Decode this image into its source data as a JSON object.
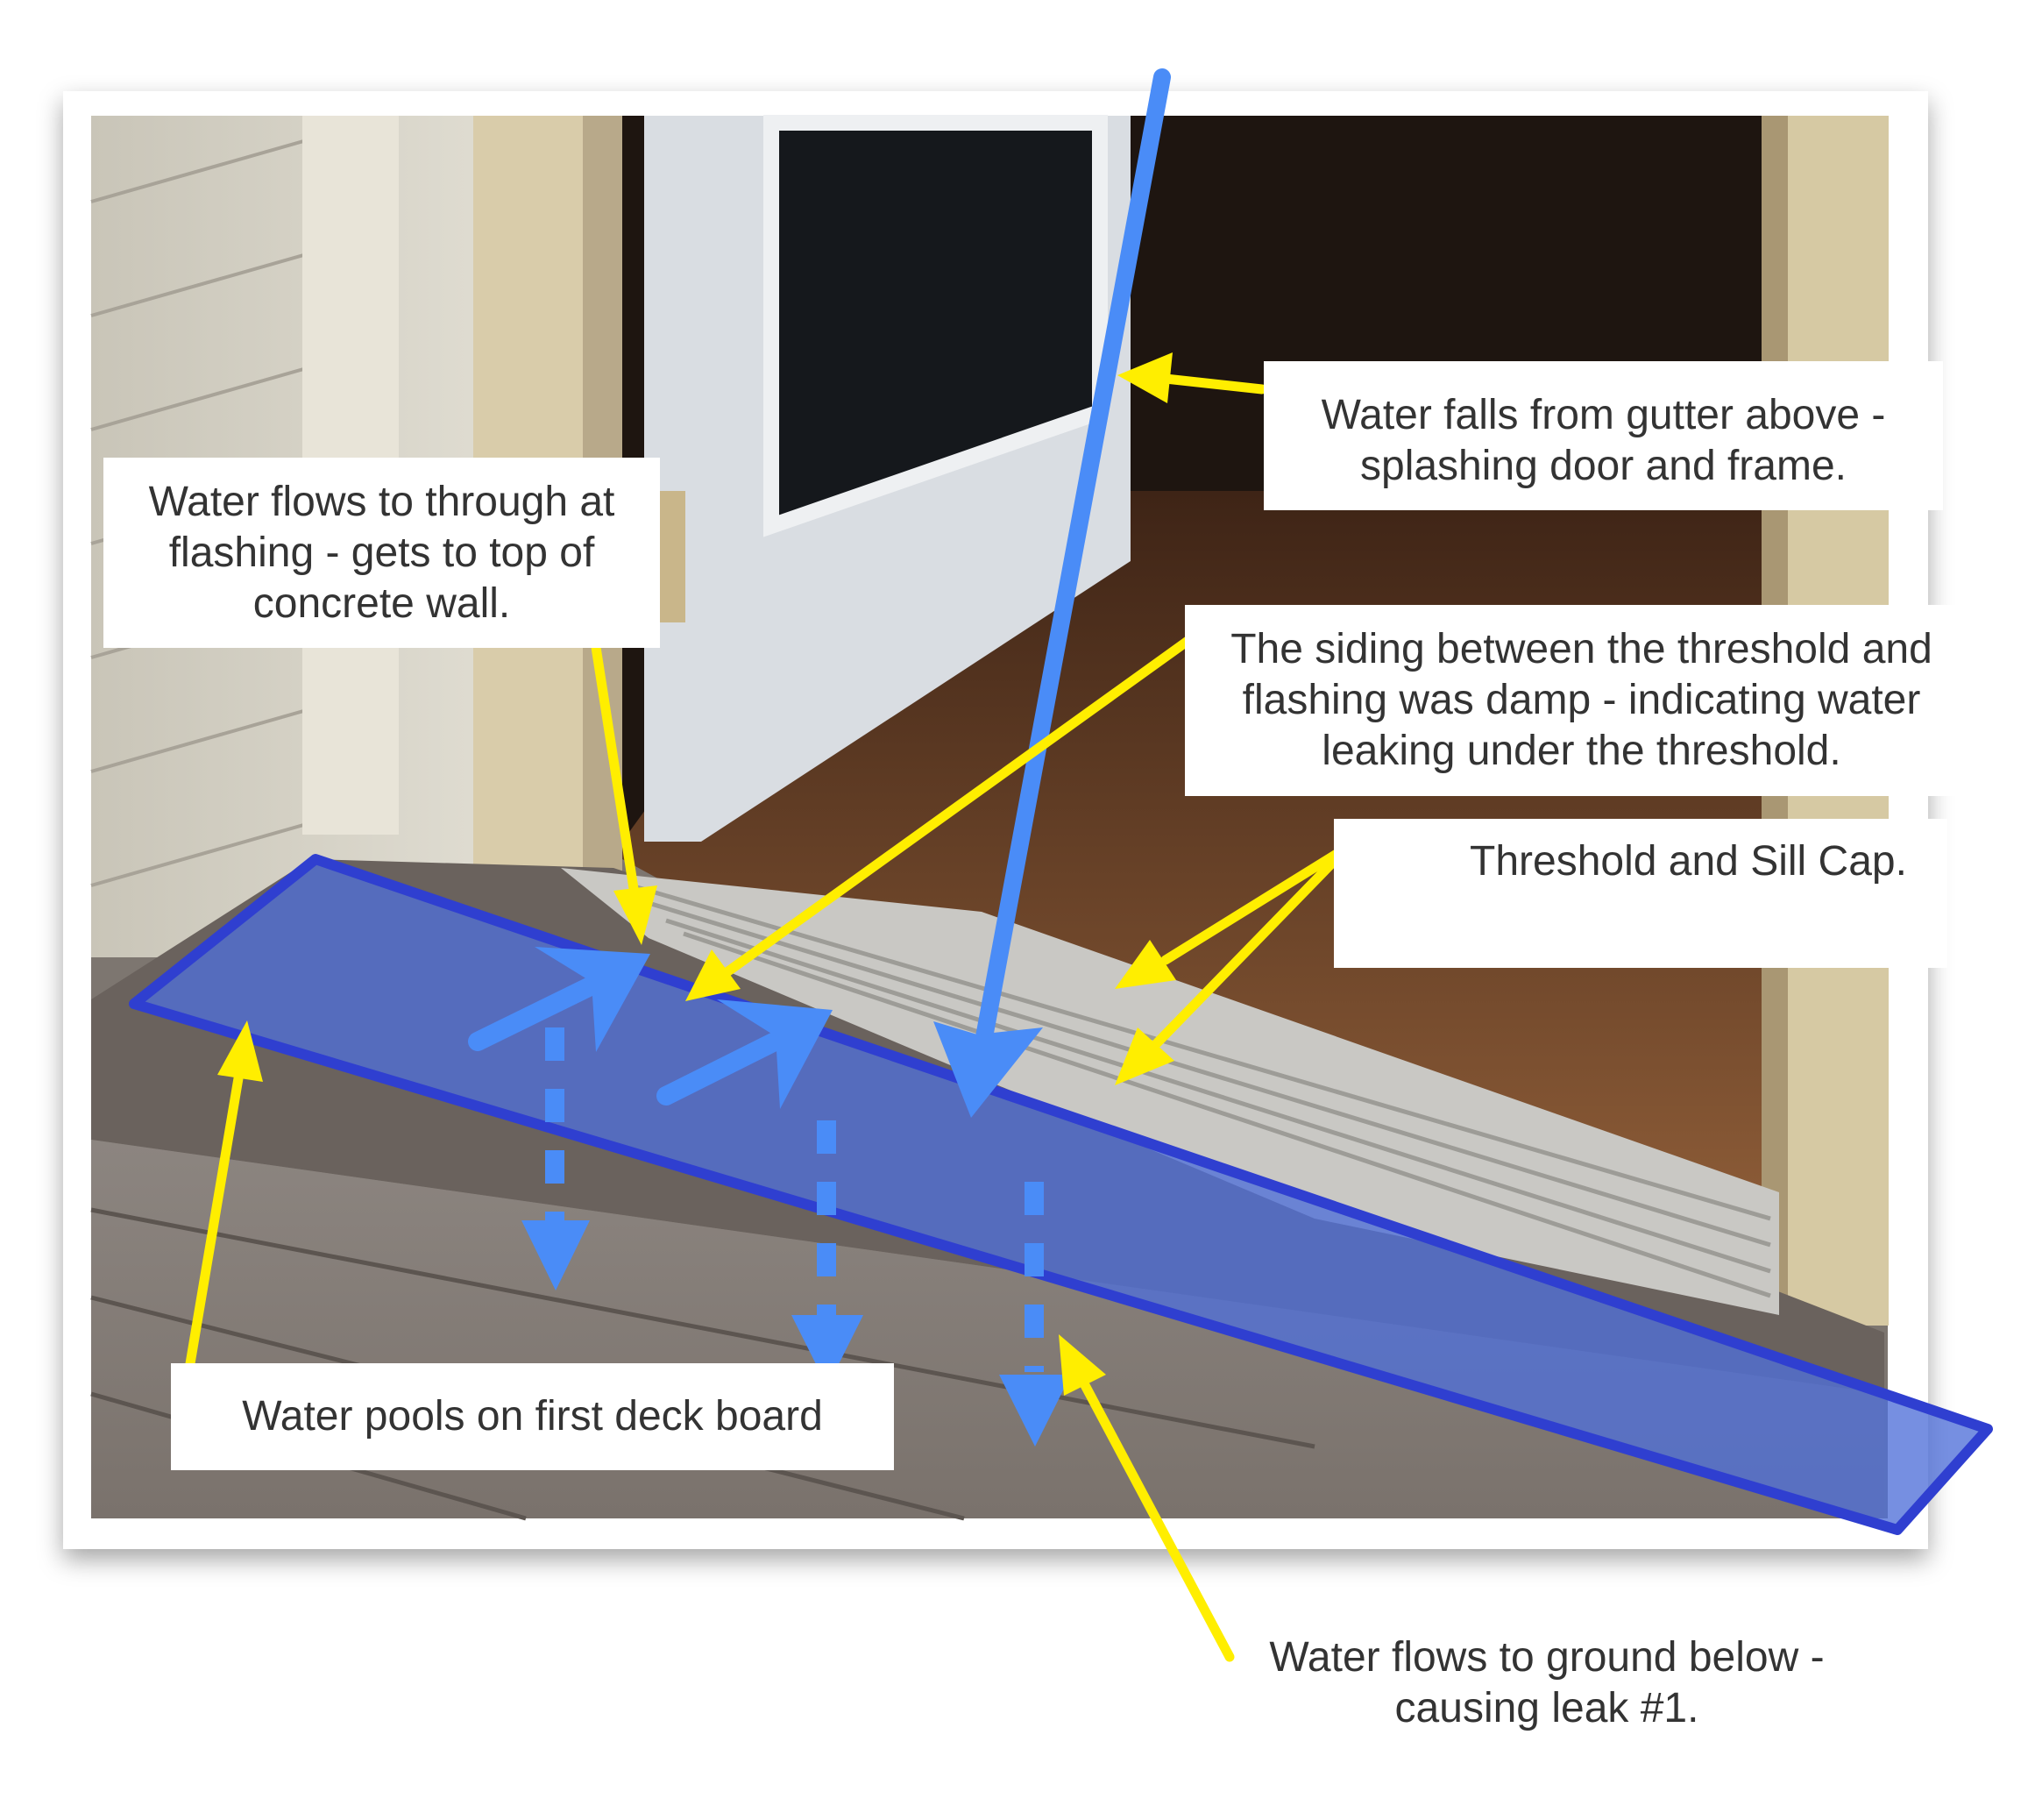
{
  "callouts": {
    "gutter": {
      "line1": "Water falls from gutter above -",
      "line2": "splashing door and frame."
    },
    "flashing": {
      "line1": "Water flows to through at",
      "line2": "flashing - gets to top of",
      "line3": "concrete wall."
    },
    "siding": {
      "line1": "The siding between the threshold and",
      "line2": "flashing was damp - indicating water",
      "line3": "leaking under the threshold."
    },
    "threshold": {
      "line1": "Threshold and Sill Cap."
    },
    "pools": {
      "line1": "Water pools on first deck board"
    },
    "ground": {
      "line1": "Water flows to ground below -",
      "line2": "causing leak #1."
    }
  },
  "colors": {
    "annotation_arrow": "#ffee00",
    "water_path": "#4a8cf7",
    "flashing_band": "#4f6fd8",
    "flashing_outline": "#2f3fd0"
  }
}
